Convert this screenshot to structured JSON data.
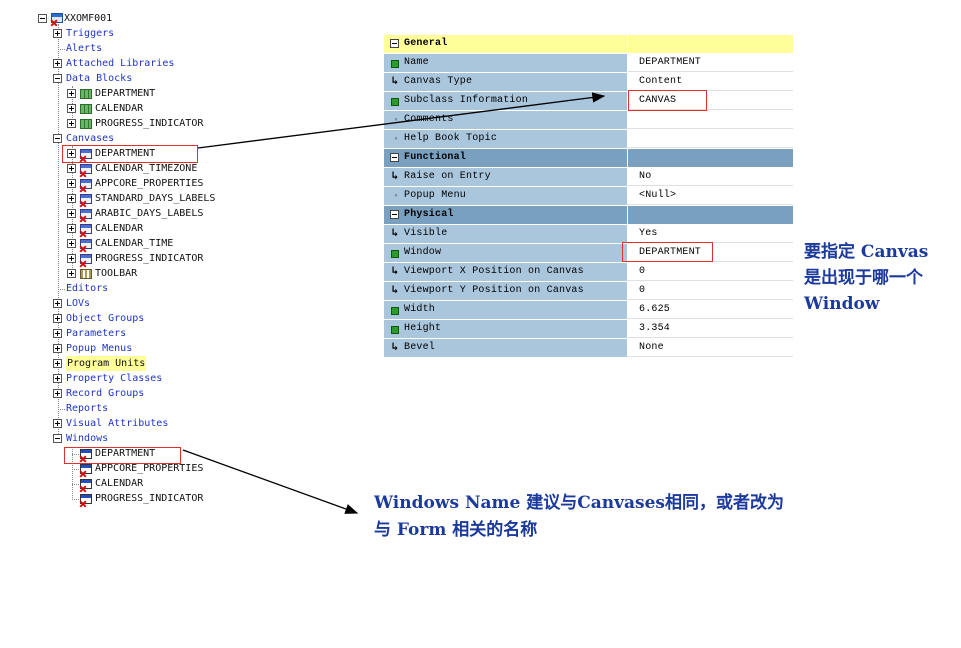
{
  "tree": {
    "root": "XXOMF001",
    "nodes": {
      "triggers": "Triggers",
      "alerts": "Alerts",
      "attached_libraries": "Attached Libraries",
      "data_blocks": "Data Blocks",
      "data_blocks_items": [
        "DEPARTMENT",
        "CALENDAR",
        "PROGRESS_INDICATOR"
      ],
      "canvases": "Canvases",
      "canvases_items": [
        "DEPARTMENT",
        "CALENDAR_TIMEZONE",
        "APPCORE_PROPERTIES",
        "STANDARD_DAYS_LABELS",
        "ARABIC_DAYS_LABELS",
        "CALENDAR",
        "CALENDAR_TIME",
        "PROGRESS_INDICATOR",
        "TOOLBAR"
      ],
      "editors": "Editors",
      "lovs": "LOVs",
      "object_groups": "Object Groups",
      "parameters": "Parameters",
      "popup_menus": "Popup Menus",
      "program_units": "Program Units",
      "property_classes": "Property Classes",
      "record_groups": "Record Groups",
      "reports": "Reports",
      "visual_attributes": "Visual Attributes",
      "windows": "Windows",
      "windows_items": [
        "DEPARTMENT",
        "APPCORE_PROPERTIES",
        "CALENDAR",
        "PROGRESS_INDICATOR"
      ]
    }
  },
  "palette": {
    "sections": {
      "general": "General",
      "functional": "Functional",
      "physical": "Physical"
    },
    "rows": [
      {
        "name": "Name",
        "value": "DEPARTMENT",
        "marker": "green-square-icon"
      },
      {
        "name": "Canvas Type",
        "value": "Content",
        "marker": "arrow-icon"
      },
      {
        "name": "Subclass Information",
        "value": "CANVAS",
        "marker": "green-square-icon"
      },
      {
        "name": "Comments",
        "value": "",
        "marker": "dot-icon"
      },
      {
        "name": "Help Book Topic",
        "value": "",
        "marker": "dot-icon"
      },
      {
        "name": "Raise on Entry",
        "value": "No",
        "marker": "arrow-icon"
      },
      {
        "name": "Popup Menu",
        "value": "<Null>",
        "marker": "dot-icon"
      },
      {
        "name": "Visible",
        "value": "Yes",
        "marker": "arrow-icon"
      },
      {
        "name": "Window",
        "value": "DEPARTMENT",
        "marker": "green-square-icon"
      },
      {
        "name": "Viewport X Position on Canvas",
        "value": "0",
        "marker": "arrow-icon"
      },
      {
        "name": "Viewport Y Position on Canvas",
        "value": "0",
        "marker": "arrow-icon"
      },
      {
        "name": "Width",
        "value": "6.625",
        "marker": "green-square-icon"
      },
      {
        "name": "Height",
        "value": "3.354",
        "marker": "green-square-icon"
      },
      {
        "name": "Bevel",
        "value": "None",
        "marker": "arrow-icon"
      }
    ]
  },
  "annotations": {
    "right_line1": "要指定 Canvas",
    "right_line2": "是出现于哪一个",
    "right_line3": "Window",
    "bottom_line1": "Windows Name 建议与Canvases相同，或者改为",
    "bottom_line2": "与 Form 相关的名称"
  },
  "colors": {
    "tree_label": "#1f34c4",
    "palette_name_bg": "#a9c6dd",
    "section_bg": "#7aa0bf",
    "general_bg": "#ffff99",
    "highlight_box": "#e03030",
    "annotation_text": "#1c3a9c"
  }
}
